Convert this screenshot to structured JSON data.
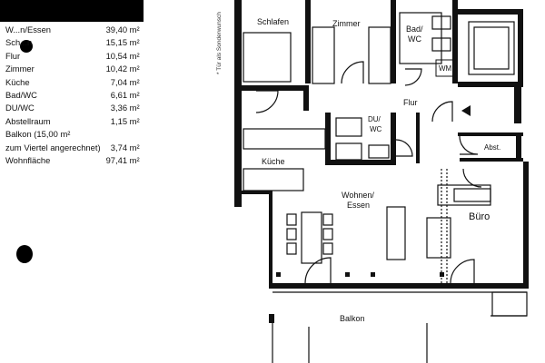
{
  "areas": [
    {
      "label": "W...n/Essen",
      "value": "39,40 m²"
    },
    {
      "label": "Sch...n",
      "value": "15,15 m²"
    },
    {
      "label": "Flur",
      "value": "10,54 m²"
    },
    {
      "label": "Zimmer",
      "value": "10,42 m²"
    },
    {
      "label": "Küche",
      "value": "7,04 m²"
    },
    {
      "label": "Bad/WC",
      "value": "6,61 m²"
    },
    {
      "label": "DU/WC",
      "value": "3,36 m²"
    },
    {
      "label": "Abstellraum",
      "value": "1,15 m²"
    },
    {
      "label": "Balkon (15,00 m²",
      "value": ""
    },
    {
      "label": "zum Viertel angerechnet)",
      "value": "3,74 m²"
    },
    {
      "label": "Wohnfläche",
      "value": "97,41 m²"
    }
  ],
  "side_note": "* Tür als Sonderwunsch",
  "rooms": {
    "schlafen": "Schlafen",
    "zimmer": "Zimmer",
    "bad_wc_line1": "Bad/",
    "bad_wc_line2": "WC",
    "wm": "WM",
    "flur": "Flur",
    "du_wc_line1": "DU/",
    "du_wc_line2": "WC",
    "abst": "Abst.",
    "kueche": "Küche",
    "wohnen_line1": "Wohnen/",
    "wohnen_line2": "Essen",
    "buero": "Büro",
    "balkon": "Balkon"
  }
}
